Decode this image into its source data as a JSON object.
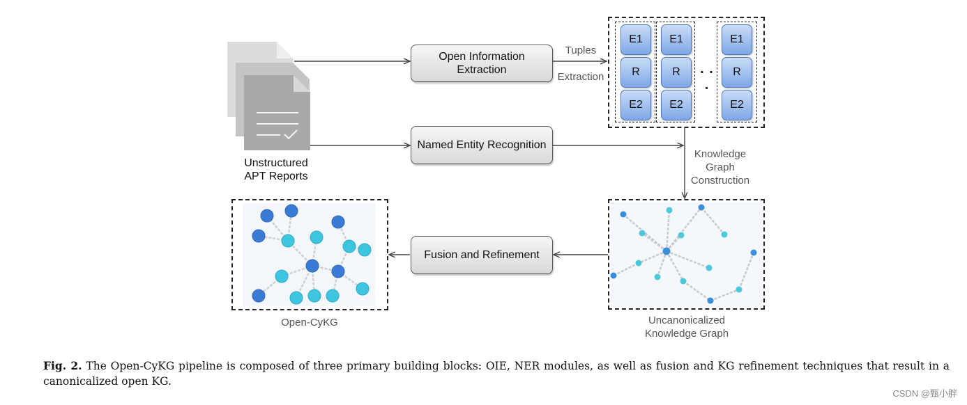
{
  "documents": {
    "label_line1": "Unstructured",
    "label_line2": "APT Reports"
  },
  "processes": {
    "oie_line1": "Open Information",
    "oie_line2": "Extraction",
    "ner": "Named Entity Recognition",
    "fusion": "Fusion and Refinement"
  },
  "edge_labels": {
    "tuples": "Tuples",
    "extraction": "Extraction",
    "kgc_line1": "Knowledge",
    "kgc_line2": "Graph",
    "kgc_line3": "Construction"
  },
  "tuples": {
    "groups": [
      {
        "e1": "E1",
        "r": "R",
        "e2": "E2"
      },
      {
        "e1": "E1",
        "r": "R",
        "e2": "E2"
      },
      {
        "e1": "E1",
        "r": "R",
        "e2": "E2"
      }
    ],
    "ellipsis": ". . ."
  },
  "graphs": {
    "open_cykg_label": "Open-CyKG",
    "uncanon_label_line1": "Uncanonicalized",
    "uncanon_label_line2": "Knowledge Graph"
  },
  "caption": {
    "prefix": "Fig. 2.",
    "text": "The Open-CyKG pipeline is composed of three primary building blocks: OIE, NER modules, as well as fusion and KG refinement techniques that result in a canonicalized open KG."
  },
  "watermark": "CSDN @甄小胖",
  "colors": {
    "token_fill": "#7fa8e6",
    "node_dark": "#3a7bd5",
    "node_light": "#3ec6e0",
    "node_small": "#3a8fd8"
  }
}
